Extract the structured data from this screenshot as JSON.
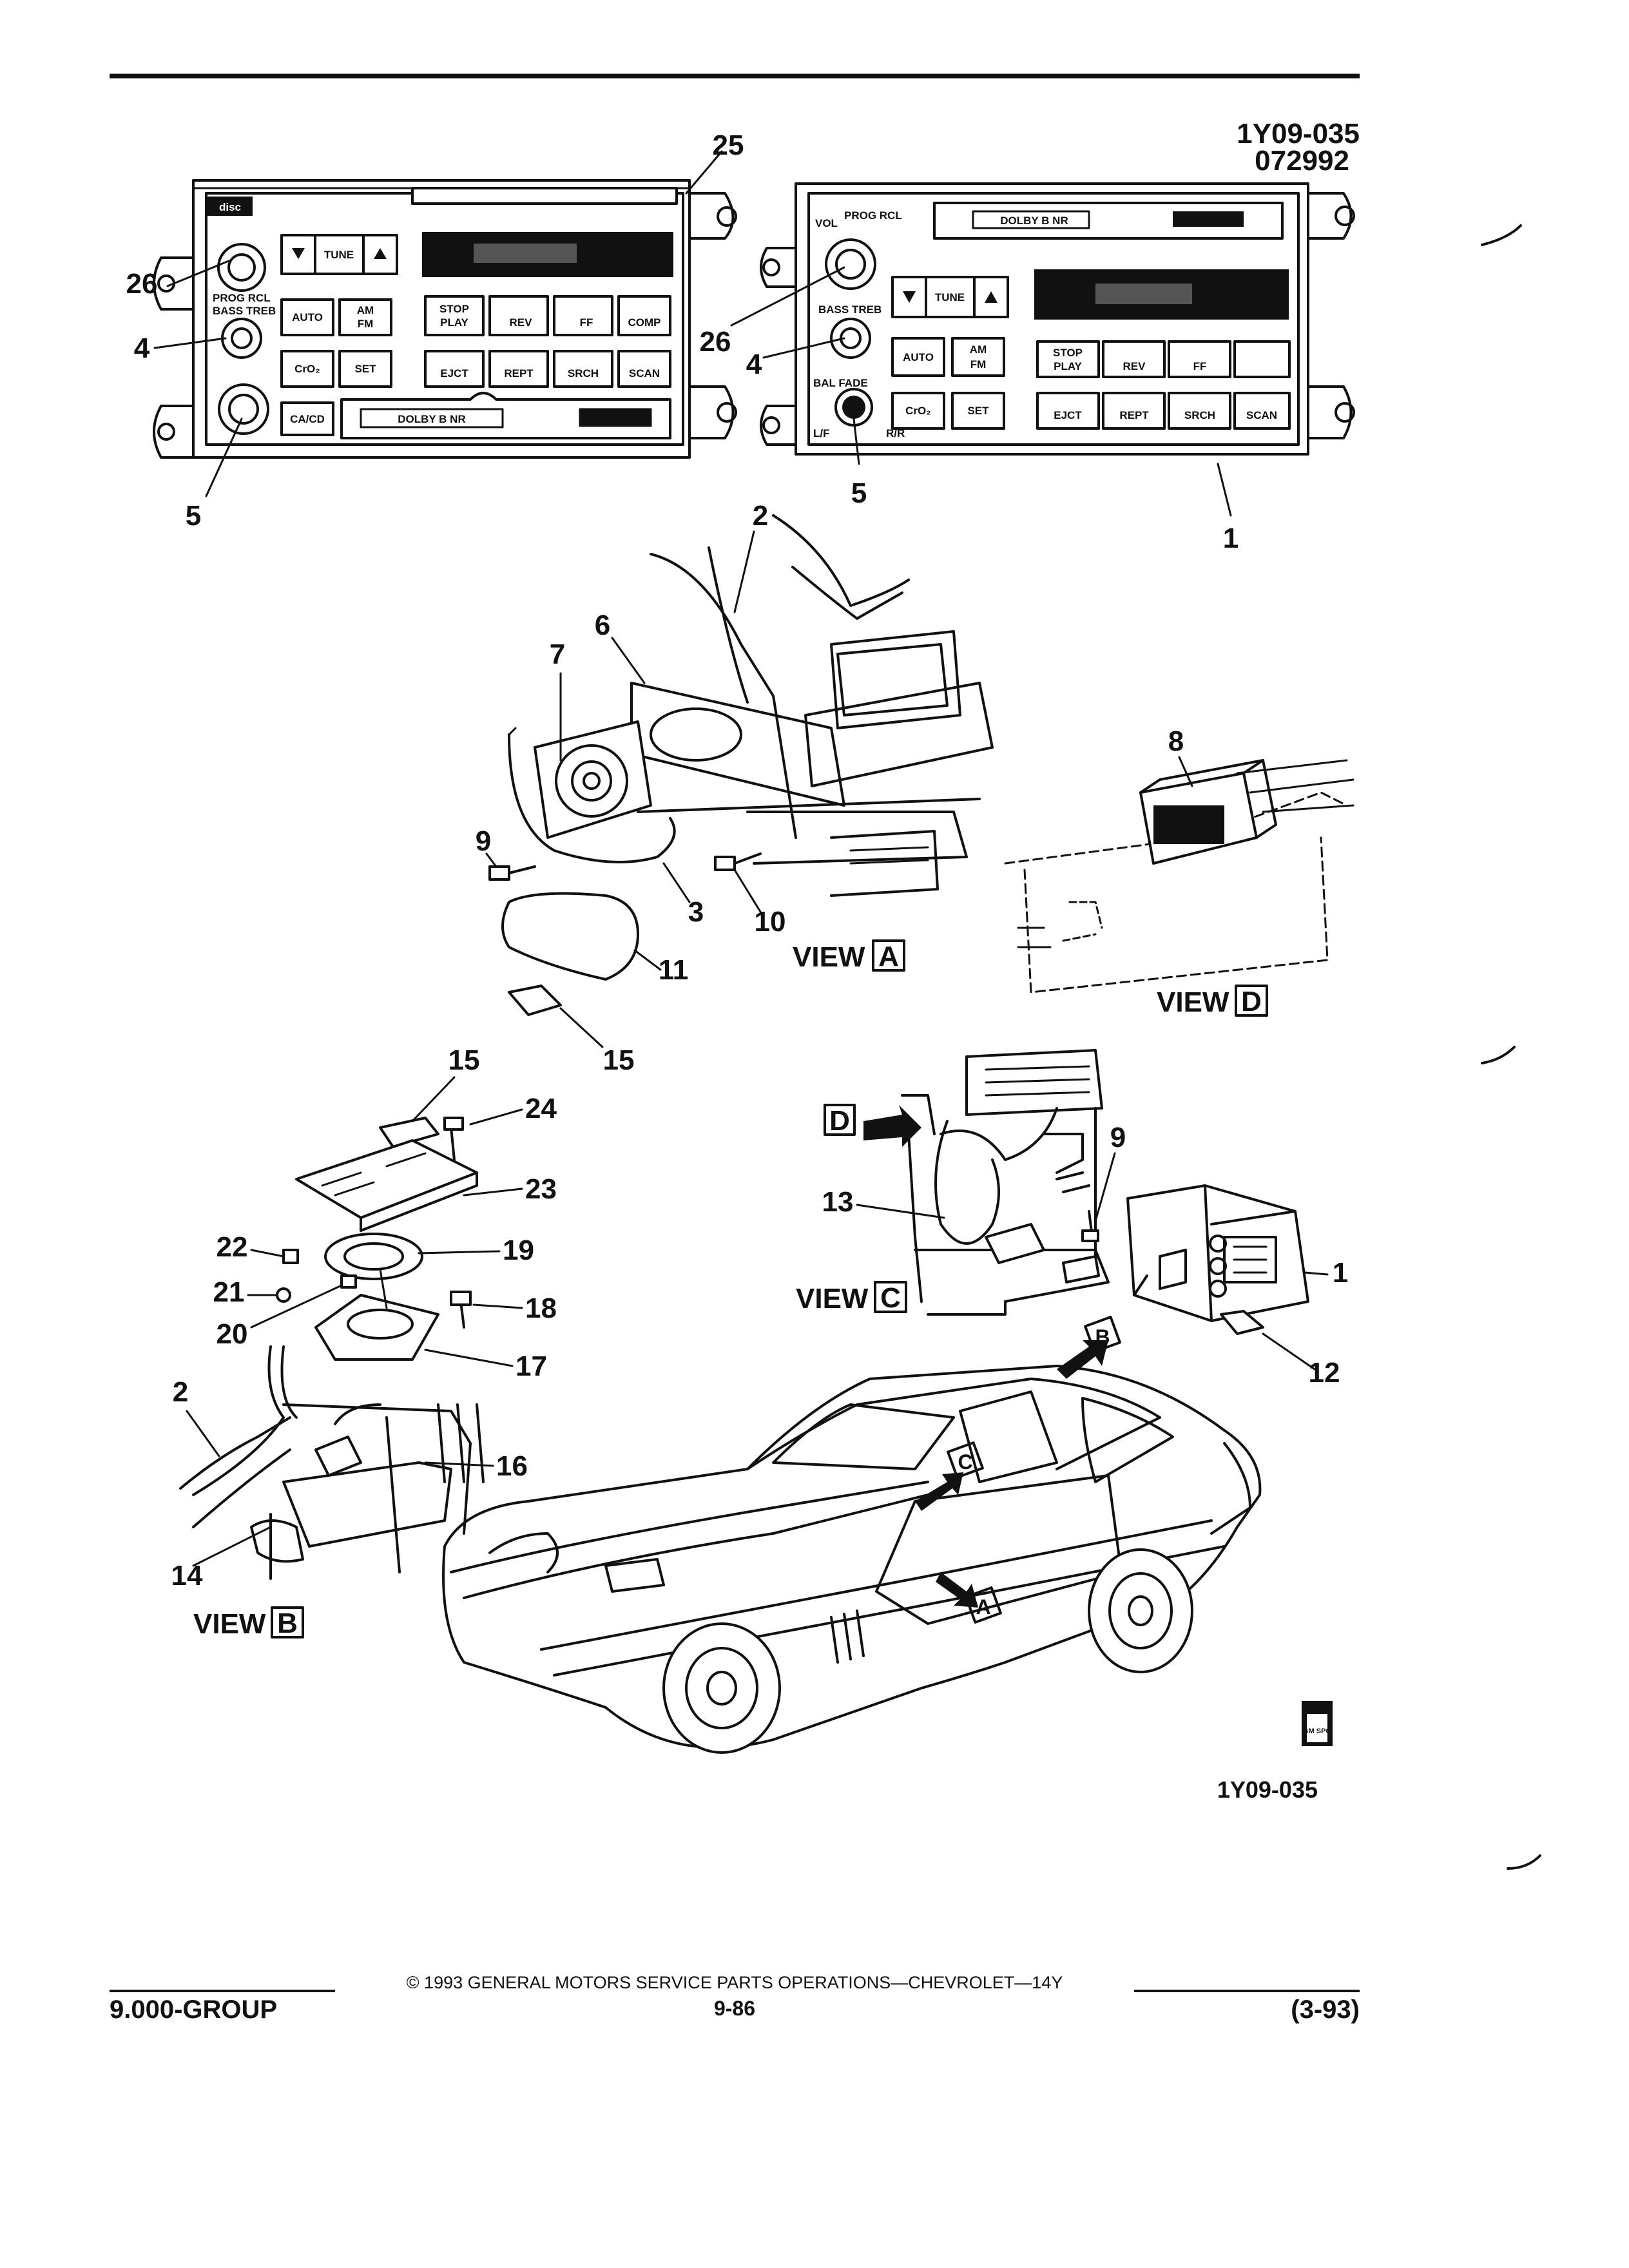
{
  "header": {
    "drawing_id": "1Y09-035",
    "date_code": "072992"
  },
  "radio_controls": {
    "tune": "TUNE",
    "auto": "AUTO",
    "am": "AM",
    "fm": "FM",
    "cro2": "CrO₂",
    "set": "SET",
    "stop": "STOP",
    "play": "PLAY",
    "rew": "REV",
    "ff": "FF",
    "comp": "COMP",
    "eject": "EJCT",
    "rept": "REPT",
    "srch": "SRCH",
    "scan": "SCAN",
    "cacd": "CA/CD",
    "dolby": "DOLBY B NR",
    "vol": "VOL",
    "prog_rcl": "PROG RCL",
    "bass_treb": "BASS TREB",
    "bal_fade": "BAL FADE",
    "lf": "L/F",
    "rr": "R/R",
    "disc": "disc"
  },
  "callouts": {
    "n1": "1",
    "n2": "2",
    "n3": "3",
    "n4": "4",
    "n5": "5",
    "n6": "6",
    "n7": "7",
    "n8": "8",
    "n9": "9",
    "n10": "10",
    "n11": "11",
    "n12": "12",
    "n13": "13",
    "n14": "14",
    "n15": "15",
    "n16": "16",
    "n17": "17",
    "n18": "18",
    "n19": "19",
    "n20": "20",
    "n21": "21",
    "n22": "22",
    "n23": "23",
    "n24": "24",
    "n25": "25",
    "n26": "26"
  },
  "views": {
    "word": "VIEW",
    "a": "A",
    "b": "B",
    "c": "C",
    "d": "D"
  },
  "logo_text": "GM SPO",
  "figure_id": "1Y09-035",
  "footer": {
    "copyright": "© 1993 GENERAL MOTORS SERVICE PARTS OPERATIONS—CHEVROLET—14Y",
    "group": "9.000-GROUP",
    "page_number": "9-86",
    "revision": "(3-93)"
  }
}
